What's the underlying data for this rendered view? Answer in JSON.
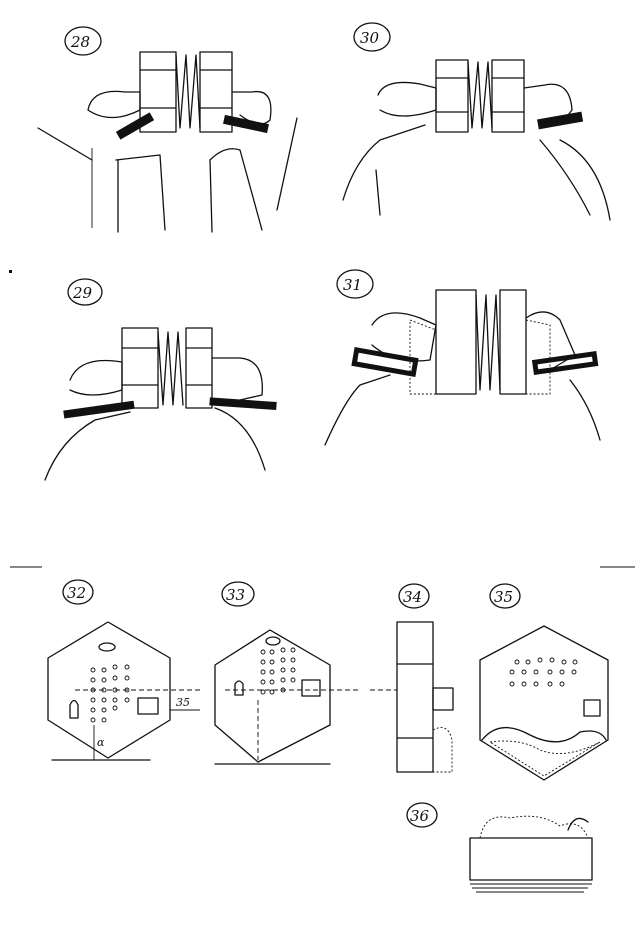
{
  "figures": [
    {
      "id": "fig-28",
      "label": "28"
    },
    {
      "id": "fig-30",
      "label": "30"
    },
    {
      "id": "fig-29",
      "label": "29"
    },
    {
      "id": "fig-31",
      "label": "31"
    },
    {
      "id": "fig-32",
      "label": "32"
    },
    {
      "id": "fig-33",
      "label": "33"
    },
    {
      "id": "fig-34",
      "label": "34"
    },
    {
      "id": "fig-35",
      "label": "35"
    },
    {
      "id": "fig-36",
      "label": "36"
    }
  ],
  "annotations": {
    "dimension_32": "35",
    "angle_32": "α"
  }
}
